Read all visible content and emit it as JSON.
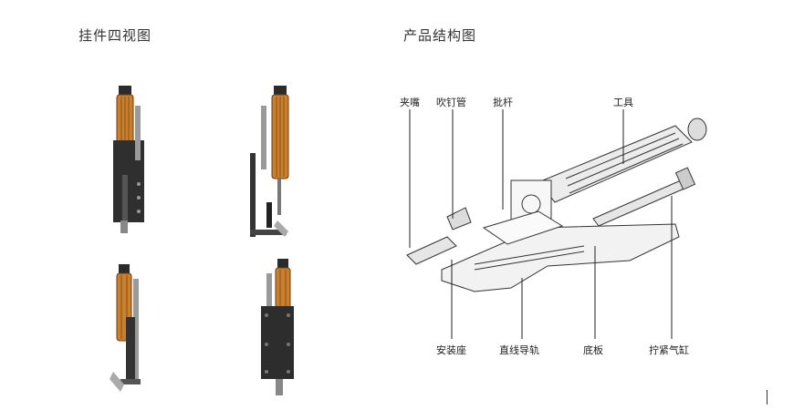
{
  "left_section": {
    "title": "挂件四视图"
  },
  "right_section": {
    "title": "产品结构图",
    "callouts_top": [
      "夹嘴",
      "吹钉管",
      "批杆",
      "工具"
    ],
    "callouts_bottom": [
      "安装座",
      "直线导轨",
      "底板",
      "拧紧气缸"
    ]
  },
  "colors": {
    "body": "#c9802e",
    "dark": "#2b2b2b",
    "metal": "#9a9a9a"
  }
}
